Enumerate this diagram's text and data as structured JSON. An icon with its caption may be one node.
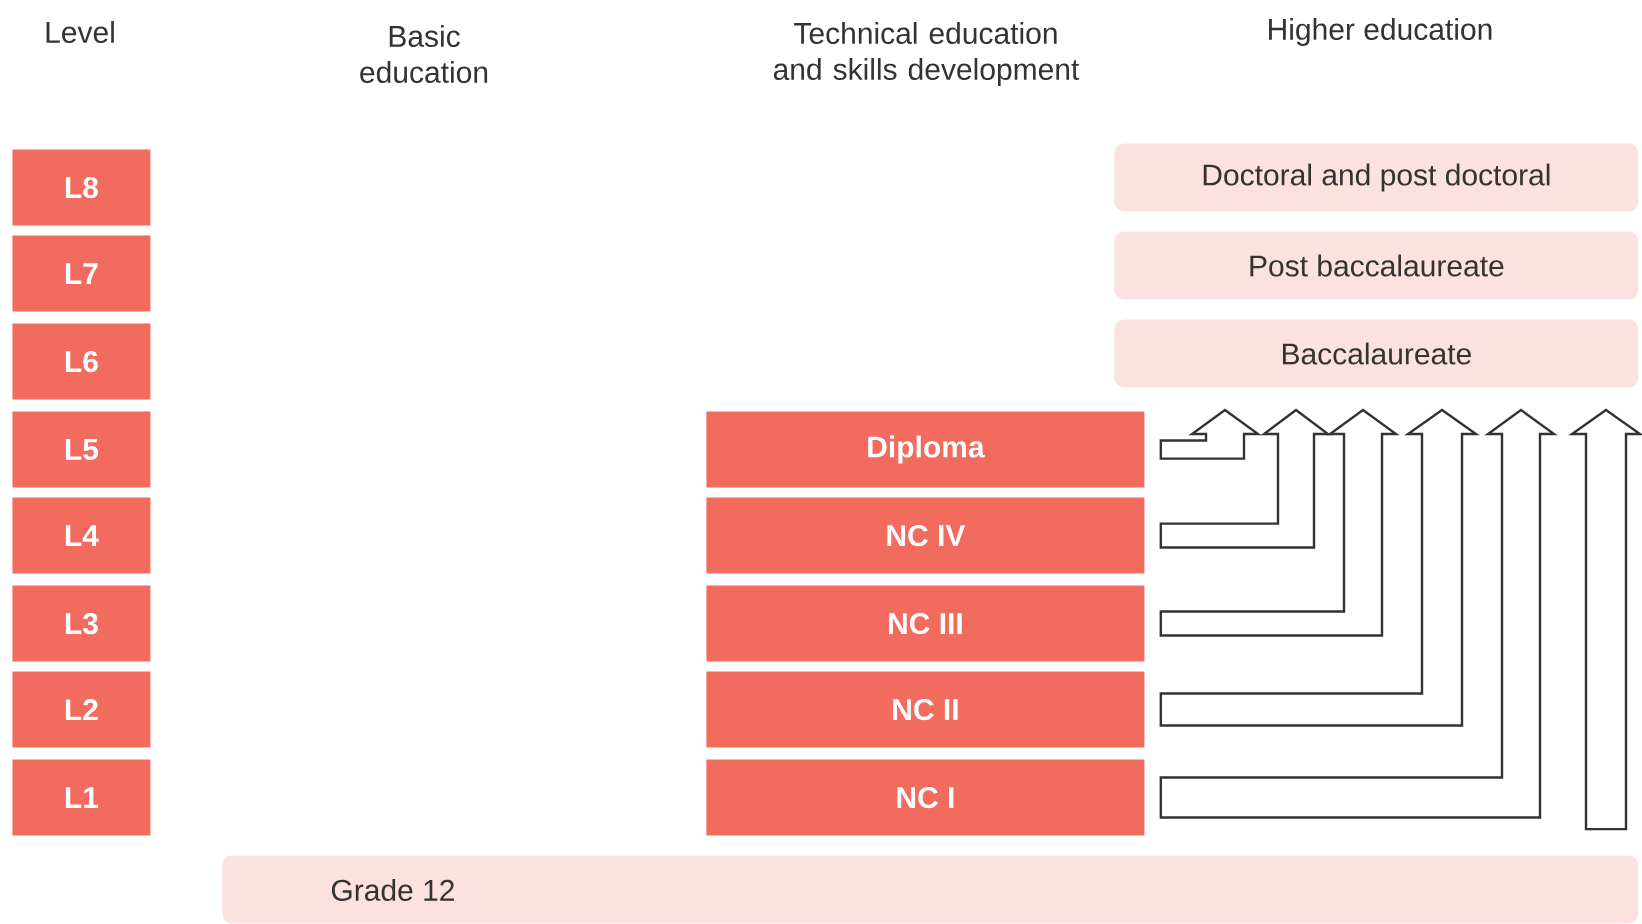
{
  "diagram": {
    "nodes": [
      {
        "text": [
          "L8"
        ]
      },
      {
        "text": [
          "L7"
        ]
      },
      {
        "text": [
          "L6"
        ]
      },
      {
        "text": [
          "L5"
        ]
      },
      {
        "text": [
          "L4"
        ]
      },
      {
        "text": [
          "L3"
        ]
      },
      {
        "text": [
          "L2"
        ]
      },
      {
        "text": [
          "L1"
        ]
      },
      {
        "text": [
          "Doctoral and post doctoral"
        ]
      },
      {
        "text": [
          "Post baccalaureate"
        ]
      },
      {
        "text": [
          "Baccalaureate"
        ]
      },
      {
        "text": [
          "Diploma"
        ]
      },
      {
        "text": [
          "NC IV"
        ]
      },
      {
        "text": [
          "NC III"
        ]
      },
      {
        "text": [
          "NC II"
        ]
      },
      {
        "text": [
          "NC I"
        ]
      },
      {
        "text": [
          "Grade 12"
        ]
      }
    ],
    "edges": [
      {
        "from": 11,
        "to": 10,
        "arrow": "to"
      },
      {
        "from": 12,
        "to": 10,
        "arrow": "to"
      },
      {
        "from": 13,
        "to": 10,
        "arrow": "to"
      },
      {
        "from": 14,
        "to": 10,
        "arrow": "to"
      },
      {
        "from": 15,
        "to": 10,
        "arrow": "to"
      },
      {
        "from": 16,
        "to": 10,
        "arrow": "to"
      }
    ],
    "labels": [
      "Level",
      "Basic education",
      "Technical education and skills development",
      "Higher education"
    ]
  }
}
